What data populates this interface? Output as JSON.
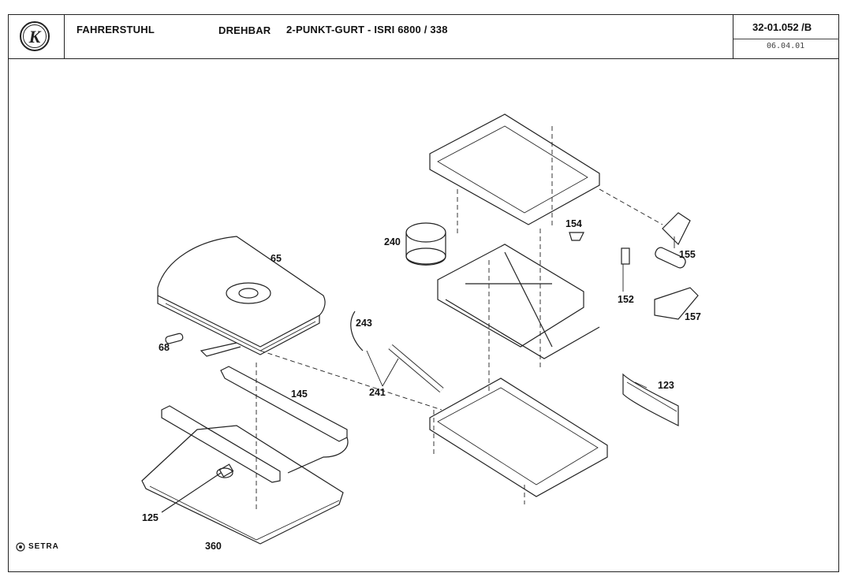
{
  "header": {
    "part_name": "FAHRERSTUHL",
    "variant": "DREHBAR",
    "description": "2-PUNKT-GURT - ISRI 6800 / 338",
    "drawing_number": "32-01.052 /B",
    "date": "06.04.01"
  },
  "logo": {
    "letter": "K",
    "icon": "kässbohrer-logo-icon"
  },
  "footer": {
    "brand": "SETRA",
    "icon": "setra-logo-icon"
  },
  "callouts": [
    "65",
    "68",
    "145",
    "125",
    "360",
    "240",
    "243",
    "241",
    "154",
    "155",
    "152",
    "157",
    "123"
  ]
}
